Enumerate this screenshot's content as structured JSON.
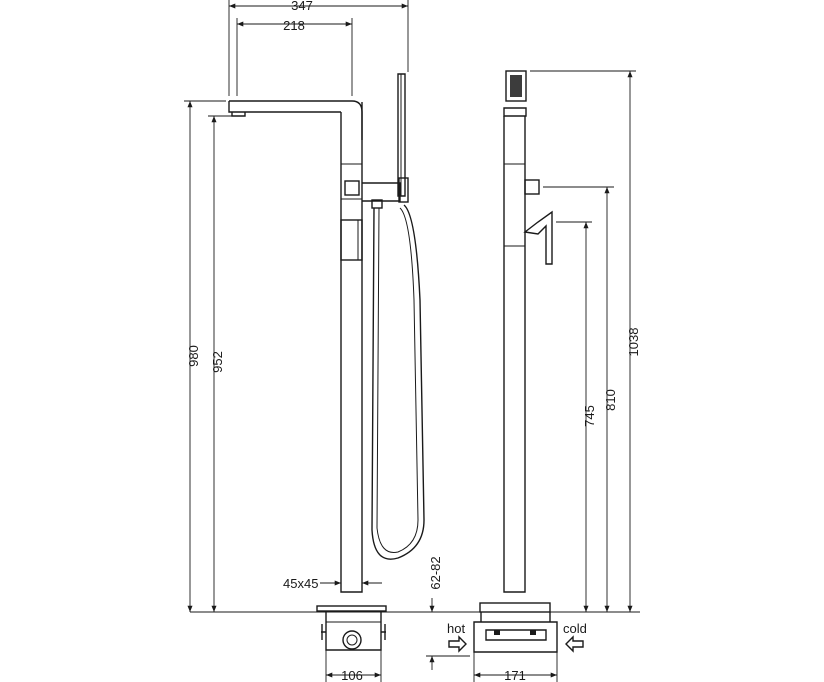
{
  "dimensions": {
    "overall_width": "347",
    "spout_reach": "218",
    "height_980": "980",
    "height_952": "952",
    "pipe_section": "45x45",
    "floor_depth": "62-82",
    "base_left": "106",
    "height_1038": "1038",
    "height_810": "810",
    "height_745": "745",
    "base_right": "171"
  },
  "labels": {
    "hot": "hot",
    "cold": "cold"
  }
}
